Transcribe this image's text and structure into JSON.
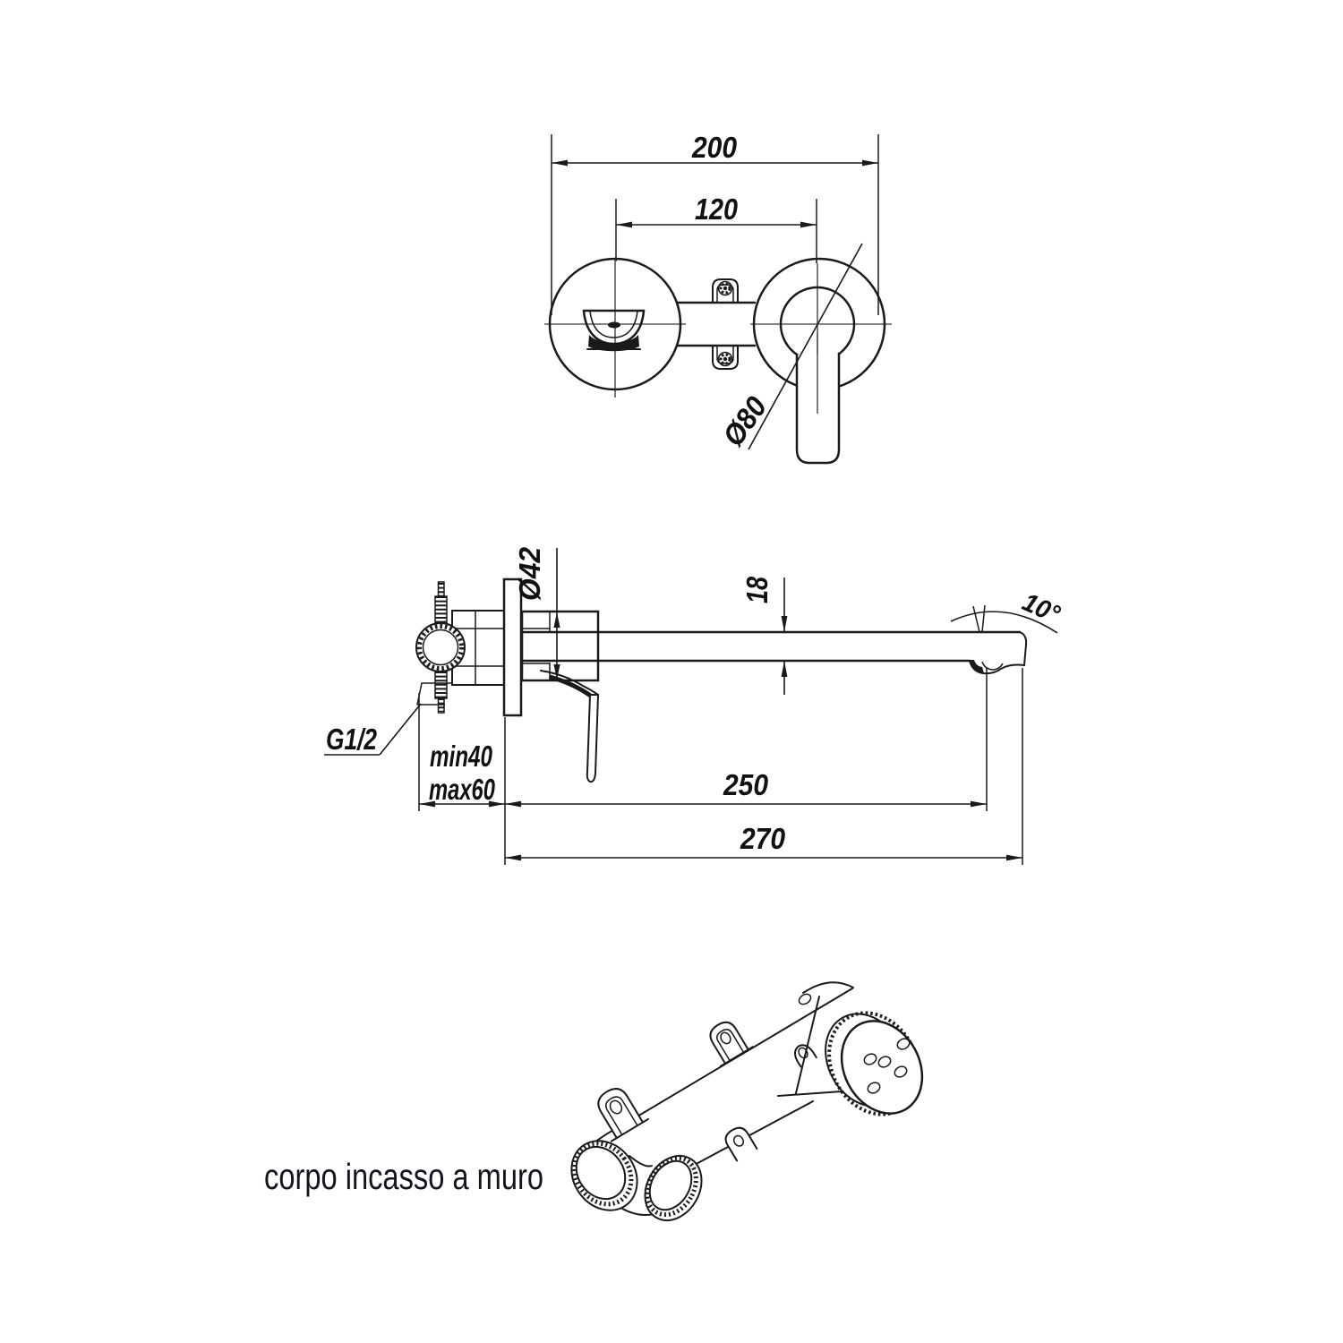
{
  "colors": {
    "line": "#1a1a1a",
    "centerline": "#5a5a5a",
    "text": "#111111"
  },
  "front_view": {
    "dim_overall_width": "200",
    "dim_center_distance": "120",
    "dim_escutcheon_diameter": "Ø80"
  },
  "side_view": {
    "dim_spout_escutcheon_diameter": "Ø42",
    "dim_spout_height": "18",
    "dim_spout_angle": "10°",
    "dim_connection_thread": "G1/2",
    "dim_recess_depth_min": "min40",
    "dim_recess_depth_max": "max60",
    "dim_spout_reach": "250",
    "dim_overall_reach": "270"
  },
  "iso_view": {
    "caption": "corpo incasso a muro"
  }
}
